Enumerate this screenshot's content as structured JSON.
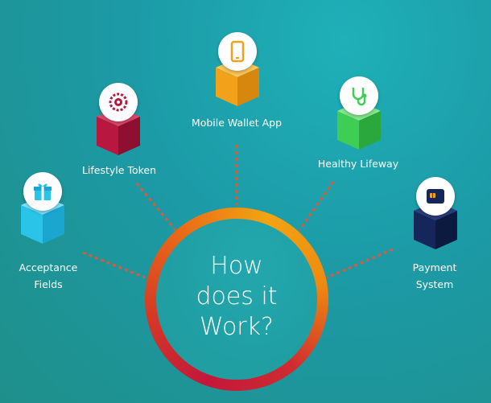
{
  "center": {
    "title": "How\ndoes it\nWork?"
  },
  "nodes": [
    {
      "id": "acceptance-fields",
      "label": "Acceptance\nFields",
      "icon": "gift-icon",
      "cube_color": "#29c4e8"
    },
    {
      "id": "lifestyle-token",
      "label": "Lifestyle Token",
      "icon": "token-icon",
      "cube_color": "#b8183f"
    },
    {
      "id": "mobile-wallet-app",
      "label": "Mobile Wallet App",
      "icon": "smartphone-icon",
      "cube_color": "#f2a21a"
    },
    {
      "id": "healthy-lifeway",
      "label": "Healthy Lifeway",
      "icon": "stethoscope-icon",
      "cube_color": "#3fce55"
    },
    {
      "id": "payment-system",
      "label": "Payment\nSystem",
      "icon": "card-chip-icon",
      "cube_color": "#15275a"
    }
  ],
  "colors": {
    "connector": "#e0573a",
    "ring_start": "#c3173a",
    "ring_end": "#f2a412"
  }
}
